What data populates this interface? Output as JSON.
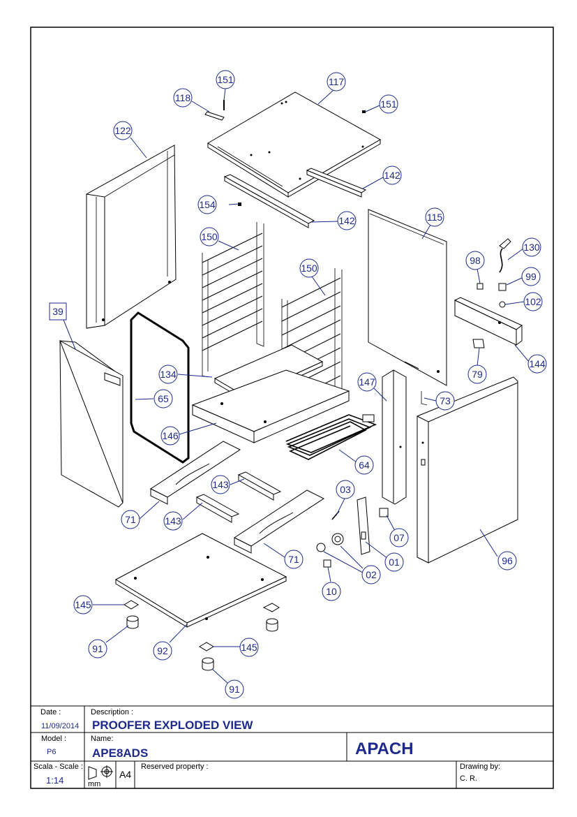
{
  "balloons": [
    {
      "label": "151"
    },
    {
      "label": "118"
    },
    {
      "label": "117"
    },
    {
      "label": "151"
    },
    {
      "label": "122"
    },
    {
      "label": "142"
    },
    {
      "label": "154"
    },
    {
      "label": "142"
    },
    {
      "label": "115"
    },
    {
      "label": "150"
    },
    {
      "label": "130"
    },
    {
      "label": "150"
    },
    {
      "label": "98"
    },
    {
      "label": "99"
    },
    {
      "label": "102"
    },
    {
      "label": "39"
    },
    {
      "label": "134"
    },
    {
      "label": "144"
    },
    {
      "label": "79"
    },
    {
      "label": "147"
    },
    {
      "label": "65"
    },
    {
      "label": "73"
    },
    {
      "label": "146"
    },
    {
      "label": "64"
    },
    {
      "label": "143"
    },
    {
      "label": "03"
    },
    {
      "label": "71"
    },
    {
      "label": "143"
    },
    {
      "label": "07"
    },
    {
      "label": "71"
    },
    {
      "label": "01"
    },
    {
      "label": "02"
    },
    {
      "label": "96"
    },
    {
      "label": "10"
    },
    {
      "label": "145"
    },
    {
      "label": "91"
    },
    {
      "label": "92"
    },
    {
      "label": "145"
    },
    {
      "label": "91"
    }
  ],
  "title_block": {
    "date_label": "Date :",
    "date_value": "11/09/2014",
    "description_label": "Description :",
    "description_value": "PROOFER EXPLODED VIEW",
    "model_label": "Model :",
    "model_value": "P6",
    "name_label": "Name:",
    "name_value": "APE8ADS",
    "brand": "APACH",
    "scale_label": "Scala - Scale :",
    "scale_value": "1:14",
    "unit": "mm",
    "paper_size": "A4",
    "reserved_label": "Reserved property :",
    "drawing_by_label": "Drawing by:",
    "drawing_by_value": "C. R."
  }
}
